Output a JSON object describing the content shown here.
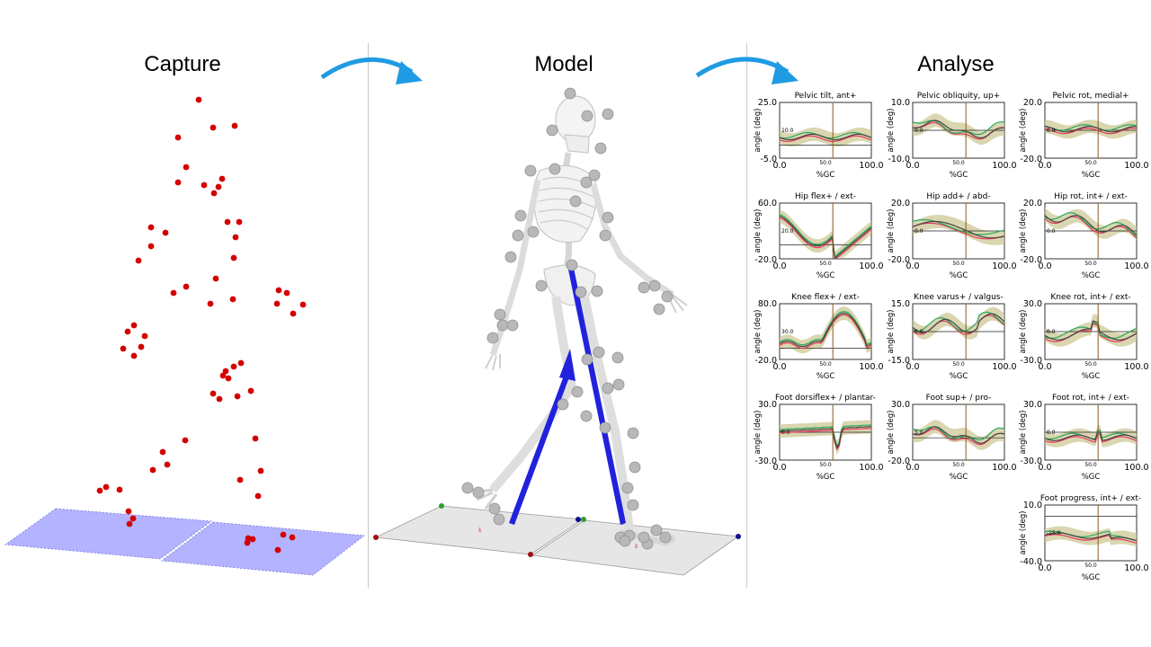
{
  "sections": {
    "capture": "Capture",
    "model": "Model",
    "analyse": "Analyse"
  },
  "colors": {
    "marker": "#d40000",
    "plate_capture": "#aeb0ff",
    "plate_model": "#e8e8e8",
    "arrow": "#1f9be3",
    "force_vector": "#1a1ae6",
    "band": "#c9c48f",
    "vline": "#8a5a20",
    "trace_red": "#e8385a",
    "trace_green": "#2ca85a",
    "trace_dark": "#444444"
  },
  "chart_data": [
    {
      "type": "line",
      "title": "Pelvic tilt, ant+",
      "ylabel": "angle (deg)",
      "xlabel": "%GC",
      "ylim": [
        -5,
        25
      ],
      "yticks": [
        "25.0",
        "-5.0"
      ],
      "mid_label": "10.0",
      "xticks": [
        "0.0",
        "50.0",
        "100.0"
      ],
      "ref_value": 2
    },
    {
      "type": "line",
      "title": "Pelvic obliquity, up+",
      "ylabel": "angle (deg)",
      "xlabel": "%GC",
      "ylim": [
        -10,
        10
      ],
      "yticks": [
        "10.0",
        "-10.0"
      ],
      "mid_label": "0.0",
      "xticks": [
        "0.0",
        "50.0",
        "100.0"
      ],
      "ref_value": 0
    },
    {
      "type": "line",
      "title": "Pelvic rot, medial+",
      "ylabel": "angle (deg)",
      "xlabel": "%GC",
      "ylim": [
        -20,
        20
      ],
      "yticks": [
        "20.0",
        "-20.0"
      ],
      "mid_label": "0.0",
      "xticks": [
        "0.0",
        "50.0",
        "100.0"
      ],
      "ref_value": 0
    },
    {
      "type": "line",
      "title": "Hip flex+ / ext-",
      "ylabel": "angle (deg)",
      "xlabel": "%GC",
      "ylim": [
        -20,
        60
      ],
      "yticks": [
        "60.0",
        "-20.0"
      ],
      "mid_label": "20.0",
      "xticks": [
        "0.0",
        "50.0",
        "100.0"
      ],
      "ref_value": 0
    },
    {
      "type": "line",
      "title": "Hip add+ / abd-",
      "ylabel": "angle (deg)",
      "xlabel": "%GC",
      "ylim": [
        -20,
        20
      ],
      "yticks": [
        "20.0",
        "-20.0"
      ],
      "mid_label": "0.0",
      "xticks": [
        "0.0",
        "50.0",
        "100.0"
      ],
      "ref_value": 0
    },
    {
      "type": "line",
      "title": "Hip rot, int+ / ext-",
      "ylabel": "angle (deg)",
      "xlabel": "%GC",
      "ylim": [
        -20,
        20
      ],
      "yticks": [
        "20.0",
        "-20.0"
      ],
      "mid_label": "0.0",
      "xticks": [
        "0.0",
        "50.0",
        "100.0"
      ],
      "ref_value": 0
    },
    {
      "type": "line",
      "title": "Knee flex+ / ext-",
      "ylabel": "angle (deg)",
      "xlabel": "%GC",
      "ylim": [
        -20,
        80
      ],
      "yticks": [
        "80.0",
        "-20.0"
      ],
      "mid_label": "30.0",
      "xticks": [
        "0.0",
        "50.0",
        "100.0"
      ],
      "ref_value": 0
    },
    {
      "type": "line",
      "title": "Knee varus+ / valgus-",
      "ylabel": "angle (deg)",
      "xlabel": "%GC",
      "ylim": [
        -15,
        15
      ],
      "yticks": [
        "15.0",
        "-15.0"
      ],
      "mid_label": "0.0",
      "xticks": [
        "0.0",
        "50.0",
        "100.0"
      ],
      "ref_value": 0
    },
    {
      "type": "line",
      "title": "Knee rot, int+ / ext-",
      "ylabel": "angle (deg)",
      "xlabel": "%GC",
      "ylim": [
        -30,
        30
      ],
      "yticks": [
        "30.0",
        "-30.0"
      ],
      "mid_label": "0.0",
      "xticks": [
        "0.0",
        "50.0",
        "100.0"
      ],
      "ref_value": 0
    },
    {
      "type": "line",
      "title": "Foot dorsiflex+ / plantar-",
      "ylabel": "angle (deg)",
      "xlabel": "%GC",
      "ylim": [
        -30,
        30
      ],
      "yticks": [
        "30.0",
        "-30.0"
      ],
      "mid_label": "0.0",
      "xticks": [
        "0.0",
        "50.0",
        "100.0"
      ],
      "ref_value": 0
    },
    {
      "type": "line",
      "title": "Foot sup+ / pro-",
      "ylabel": "angle (deg)",
      "xlabel": "%GC",
      "ylim": [
        -20,
        30
      ],
      "yticks": [
        "30.0",
        "-20.0"
      ],
      "mid_label": "5.0",
      "xticks": [
        "0.0",
        "50.0",
        "100.0"
      ],
      "ref_value": 0
    },
    {
      "type": "line",
      "title": "Foot rot, int+ / ext-",
      "ylabel": "angle (deg)",
      "xlabel": "%GC",
      "ylim": [
        -30,
        30
      ],
      "yticks": [
        "30.0",
        "-30.0"
      ],
      "mid_label": "0.0",
      "xticks": [
        "0.0",
        "50.0",
        "100.0"
      ],
      "ref_value": 0
    },
    {
      "type": "line",
      "title": "Foot progress, int+ / ext-",
      "ylabel": "angle (deg)",
      "xlabel": "%GC",
      "ylim": [
        -40,
        10
      ],
      "yticks": [
        "10.0",
        "-40.0"
      ],
      "mid_label": "-15.0",
      "xticks": [
        "0.0",
        "50.0",
        "100.0"
      ],
      "ref_value": 0
    }
  ]
}
